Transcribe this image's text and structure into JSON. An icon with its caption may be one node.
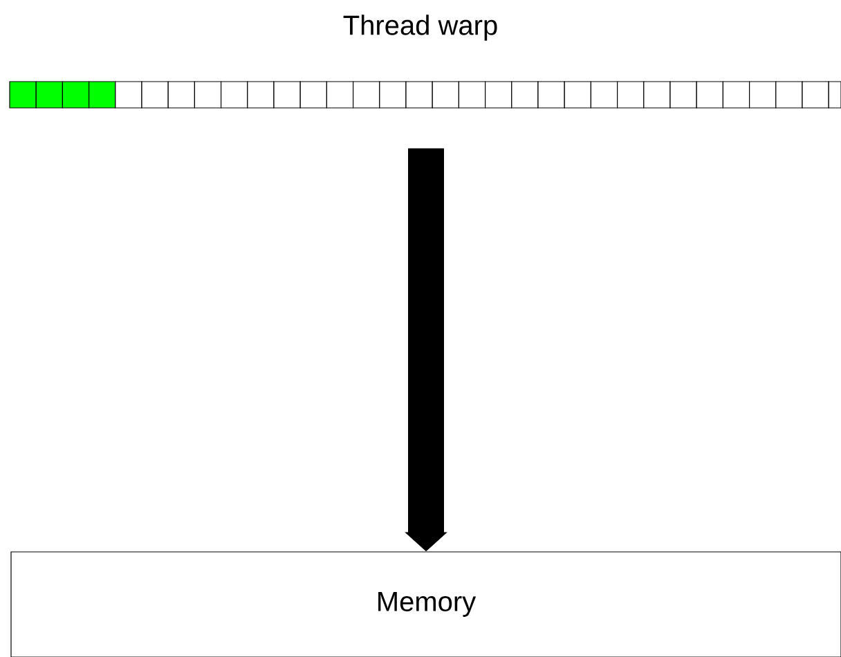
{
  "diagram": {
    "nodes": [
      {
        "text": [
          "Thread warp"
        ]
      },
      {
        "text": [
          "Memory"
        ]
      }
    ],
    "edges": [
      {
        "from": 0,
        "to": 1,
        "arrow": "to"
      }
    ]
  }
}
